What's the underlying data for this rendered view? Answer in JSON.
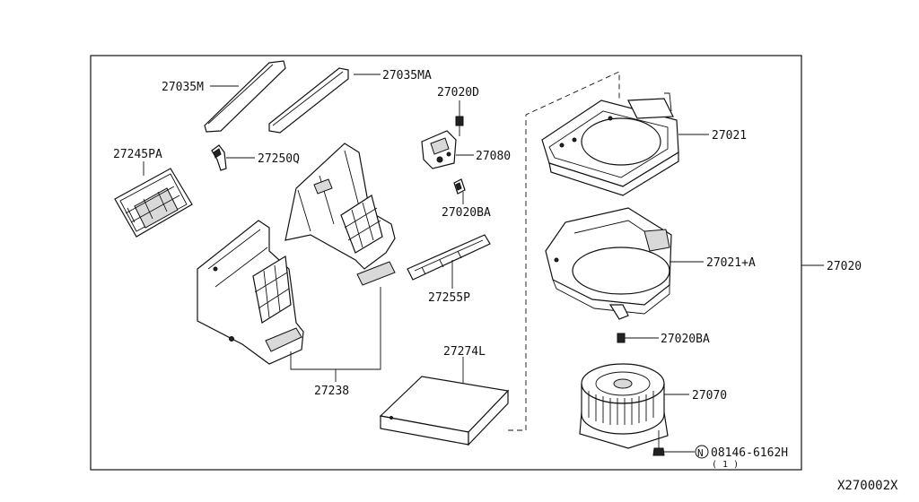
{
  "diagram_id": "X270002X",
  "parts": {
    "p27035M": "27035M",
    "p27035MA": "27035MA",
    "p27020D": "27020D",
    "p27245PA": "27245PA",
    "p27250Q": "27250Q",
    "p27080": "27080",
    "p27020BA_top": "27020BA",
    "p27255P": "27255P",
    "p27238": "27238",
    "p27274L": "27274L",
    "p27021": "27021",
    "p27021A": "27021+A",
    "p27020": "27020",
    "p27020BA_bottom": "27020BA",
    "p27070": "27070",
    "bolt_mark": "N",
    "bolt": "08146-6162H",
    "bolt_qty": "( 1 )"
  }
}
